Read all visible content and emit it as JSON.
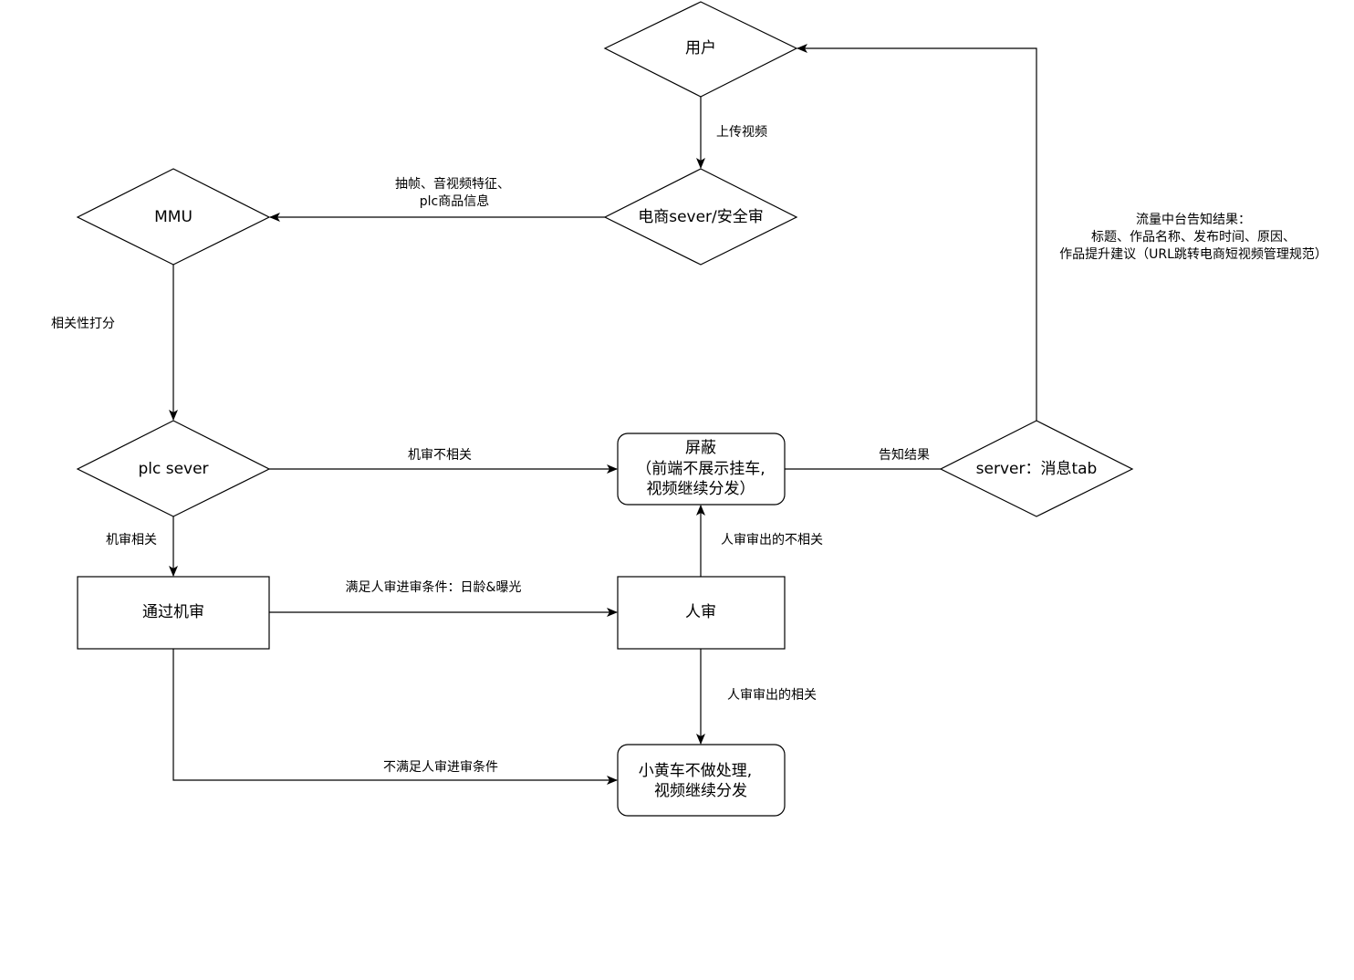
{
  "nodes": {
    "user": "用户",
    "ecom_server": "电商sever/安全审",
    "mmu": "MMU",
    "plc_server": "plc sever",
    "block": [
      "屏蔽",
      "（前端不展示挂车,",
      "视频继续分发）"
    ],
    "message_server": "server：消息tab",
    "machine_pass": "通过机审",
    "human_review": "人审",
    "no_action": [
      "小黄车不做处理,",
      "视频继续分发"
    ]
  },
  "edges": {
    "upload": "上传视频",
    "features": [
      "抽帧、音视频特征、",
      "plc商品信息"
    ],
    "relevance": "相关性打分",
    "machine_irrelevant": "机审不相关",
    "machine_relevant": "机审相关",
    "human_condition": "满足人审进审条件：日龄&曝光",
    "human_irrelevant": "人审审出的不相关",
    "human_relevant": "人审审出的相关",
    "not_condition": "不满足人审进审条件",
    "notify": "告知结果",
    "traffic_notify": [
      "流量中台告知结果：",
      "标题、作品名称、发布时间、原因、",
      "作品提升建议（URL跳转电商短视频管理规范）"
    ]
  }
}
